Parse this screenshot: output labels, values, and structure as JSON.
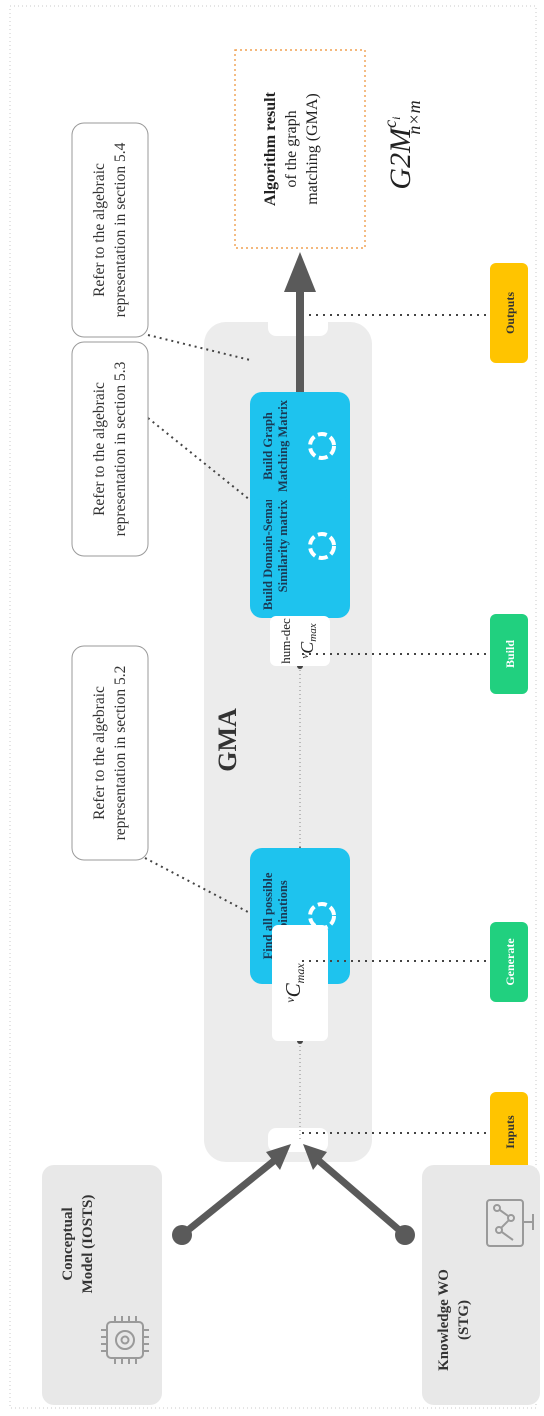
{
  "title": "GMA",
  "nodes": {
    "model": {
      "line1": "Conceptual",
      "line2": "Model (IOSTS)"
    },
    "knowledge": {
      "line1": "Knowledge WO",
      "line2": "(STG)"
    },
    "step1": {
      "line1": "Find all possible",
      "line2": "combinations"
    },
    "step2": {
      "line1": "Build Domain-Semantic",
      "line2": "Similarity matrix"
    },
    "step3": {
      "line1": "Build Graph",
      "line2": "Matching Matrix"
    },
    "var1": {
      "prefix": "v",
      "main": "C",
      "sub": "max"
    },
    "var2": {
      "line1": "hum-dec",
      "prefix": "v",
      "main": "C",
      "sub": "max"
    },
    "result": {
      "bold": "Algorithm result",
      "rest1": "of the graph",
      "rest2": "matching (GMA)"
    },
    "formula": {
      "main": "G2M",
      "sup": "c",
      "supsub": "i",
      "sub": "n×m"
    }
  },
  "refs": [
    {
      "line1": "Refer to the algebraic",
      "line2": "representation in section 5.2"
    },
    {
      "line1": "Refer to the algebraic",
      "line2": "representation in section 5.3"
    },
    {
      "line1": "Refer to the algebraic",
      "line2": "representation in section 5.4"
    }
  ],
  "tags": {
    "inputs": "Inputs",
    "generate": "Generate",
    "build": "Build",
    "outputs": "Outputs"
  },
  "colors": {
    "step": "#1ec3ee",
    "yellow_tag": "#ffc400",
    "green_tag": "#21d07f",
    "panel": "#ececec",
    "arrow": "#5a5a5a",
    "result_border": "#f0a050"
  }
}
